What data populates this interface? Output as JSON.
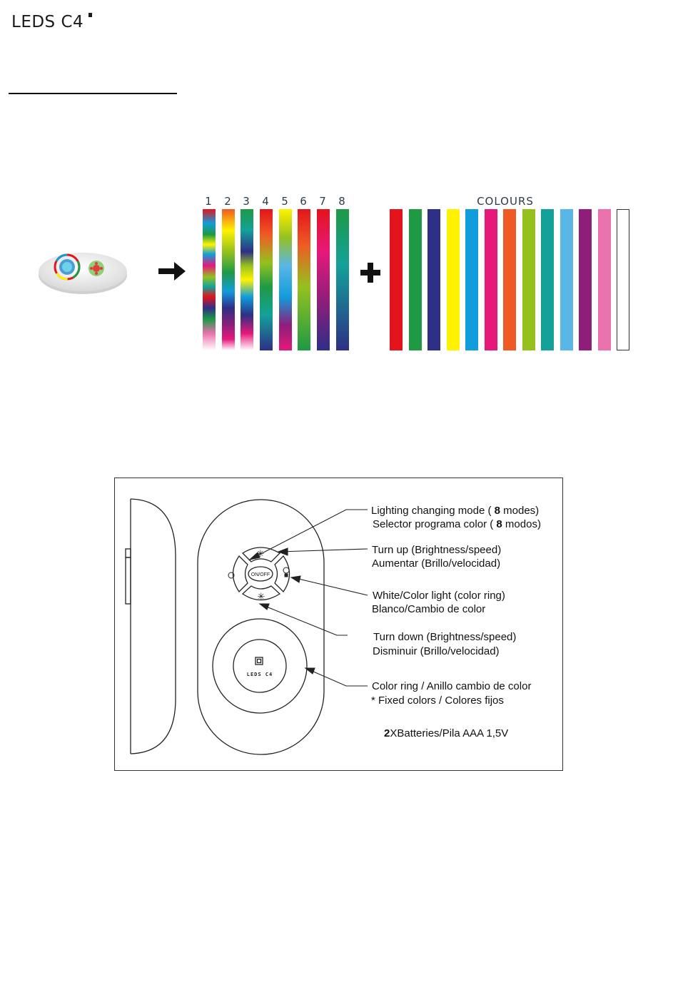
{
  "brand": {
    "logo_text": "LEDS C4"
  },
  "modes": {
    "numbers": [
      "1",
      "2",
      "3",
      "4",
      "5",
      "6",
      "7",
      "8"
    ]
  },
  "colours": {
    "title": "COLOURS",
    "swatches": [
      "#e3141b",
      "#1e9a45",
      "#2e2f86",
      "#fff200",
      "#119ddb",
      "#e6197a",
      "#ef5a24",
      "#95c11f",
      "#13a19a",
      "#5ab6e6",
      "#8e1e7a",
      "#ea73ad",
      "#ffffff"
    ]
  },
  "diagram": {
    "on_off_label": "ON/OFF",
    "ring_logo": "LEDS C4",
    "callouts": {
      "mode_en_pre": "Lighting changing mode (",
      "mode_count": "8",
      "mode_en_post": "modes)",
      "mode_es_pre": "Selector programa color (",
      "mode_es_count": "8",
      "mode_es_post": "modos)",
      "up_en": "Turn up (Brightness/speed)",
      "up_es": "Aumentar (Brillo/velocidad)",
      "white_en": "White/Color light (color ring)",
      "white_es": "Blanco/Cambio de color",
      "down_en": "Turn down (Brightness/speed)",
      "down_es": "Disminuir (Brillo/velocidad)",
      "ring_en": "Color ring / Anillo cambio de color",
      "ring_es": "* Fixed colors / Colores fijos",
      "battery_count": "2",
      "battery_text": "XBatteries/Pila AAA 1,5V"
    }
  }
}
